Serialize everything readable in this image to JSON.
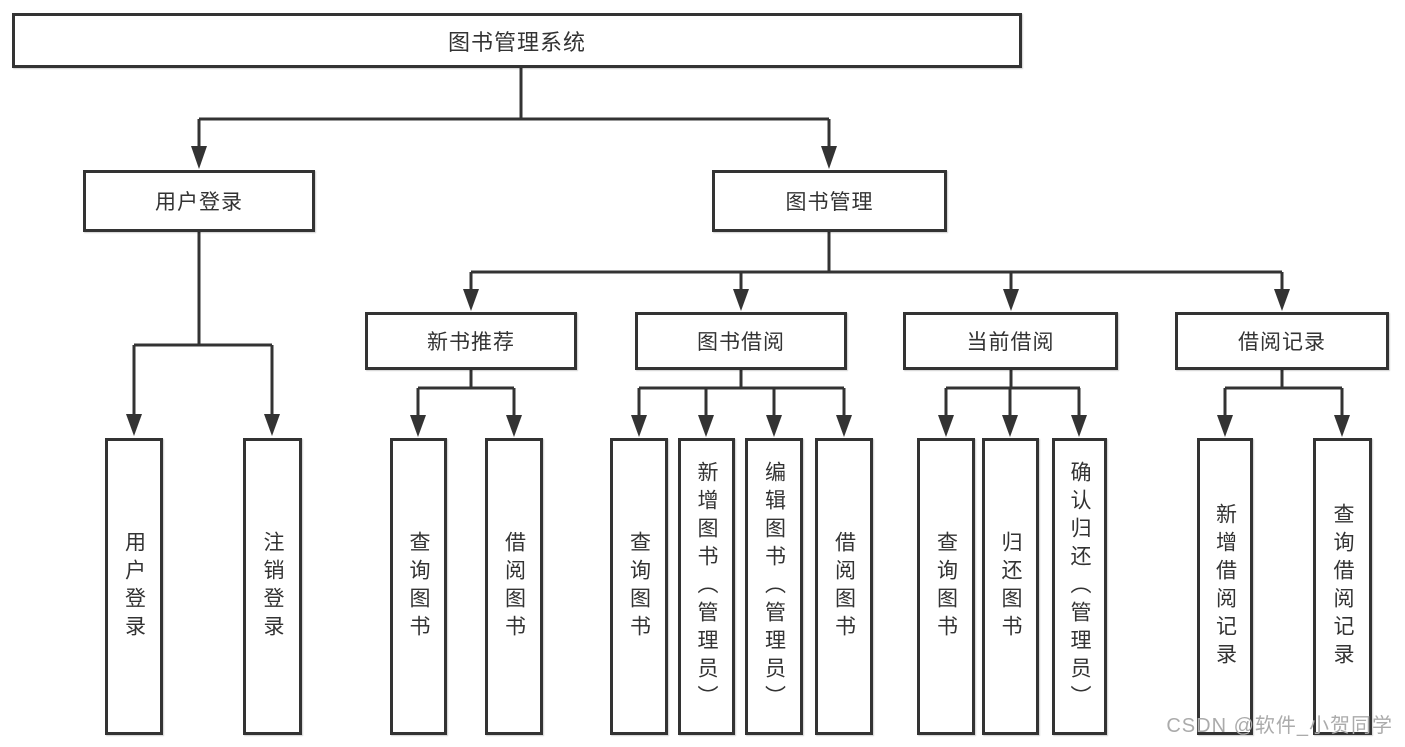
{
  "diagram_title": "图书管理系统",
  "tree": {
    "root": {
      "label": "图书管理系统"
    },
    "l2": [
      {
        "label": "用户登录"
      },
      {
        "label": "图书管理"
      }
    ],
    "l3": [
      {
        "label": "新书推荐",
        "parent": "图书管理"
      },
      {
        "label": "图书借阅",
        "parent": "图书管理"
      },
      {
        "label": "当前借阅",
        "parent": "图书管理"
      },
      {
        "label": "借阅记录",
        "parent": "图书管理"
      }
    ],
    "l4": [
      {
        "label": "用户登录",
        "parent": "用户登录"
      },
      {
        "label": "注销登录",
        "parent": "用户登录"
      },
      {
        "label": "查询图书",
        "parent": "新书推荐"
      },
      {
        "label": "借阅图书",
        "parent": "新书推荐"
      },
      {
        "label": "查询图书",
        "parent": "图书借阅"
      },
      {
        "label": "新增图书（管理员）",
        "parent": "图书借阅"
      },
      {
        "label": "编辑图书（管理员）",
        "parent": "图书借阅"
      },
      {
        "label": "借阅图书",
        "parent": "图书借阅"
      },
      {
        "label": "查询图书",
        "parent": "当前借阅"
      },
      {
        "label": "归还图书",
        "parent": "当前借阅"
      },
      {
        "label": "确认归还（管理员）",
        "parent": "当前借阅"
      },
      {
        "label": "新增借阅记录",
        "parent": "借阅记录"
      },
      {
        "label": "查询借阅记录",
        "parent": "借阅记录"
      }
    ]
  },
  "watermark": {
    "text": "CSDN @软件_小贺同学"
  },
  "colors": {
    "line": "#333333",
    "box_border": "#333333",
    "box_background": "#ffffff",
    "text": "#333333",
    "watermark": "#ababab",
    "page_background": "#ffffff"
  }
}
